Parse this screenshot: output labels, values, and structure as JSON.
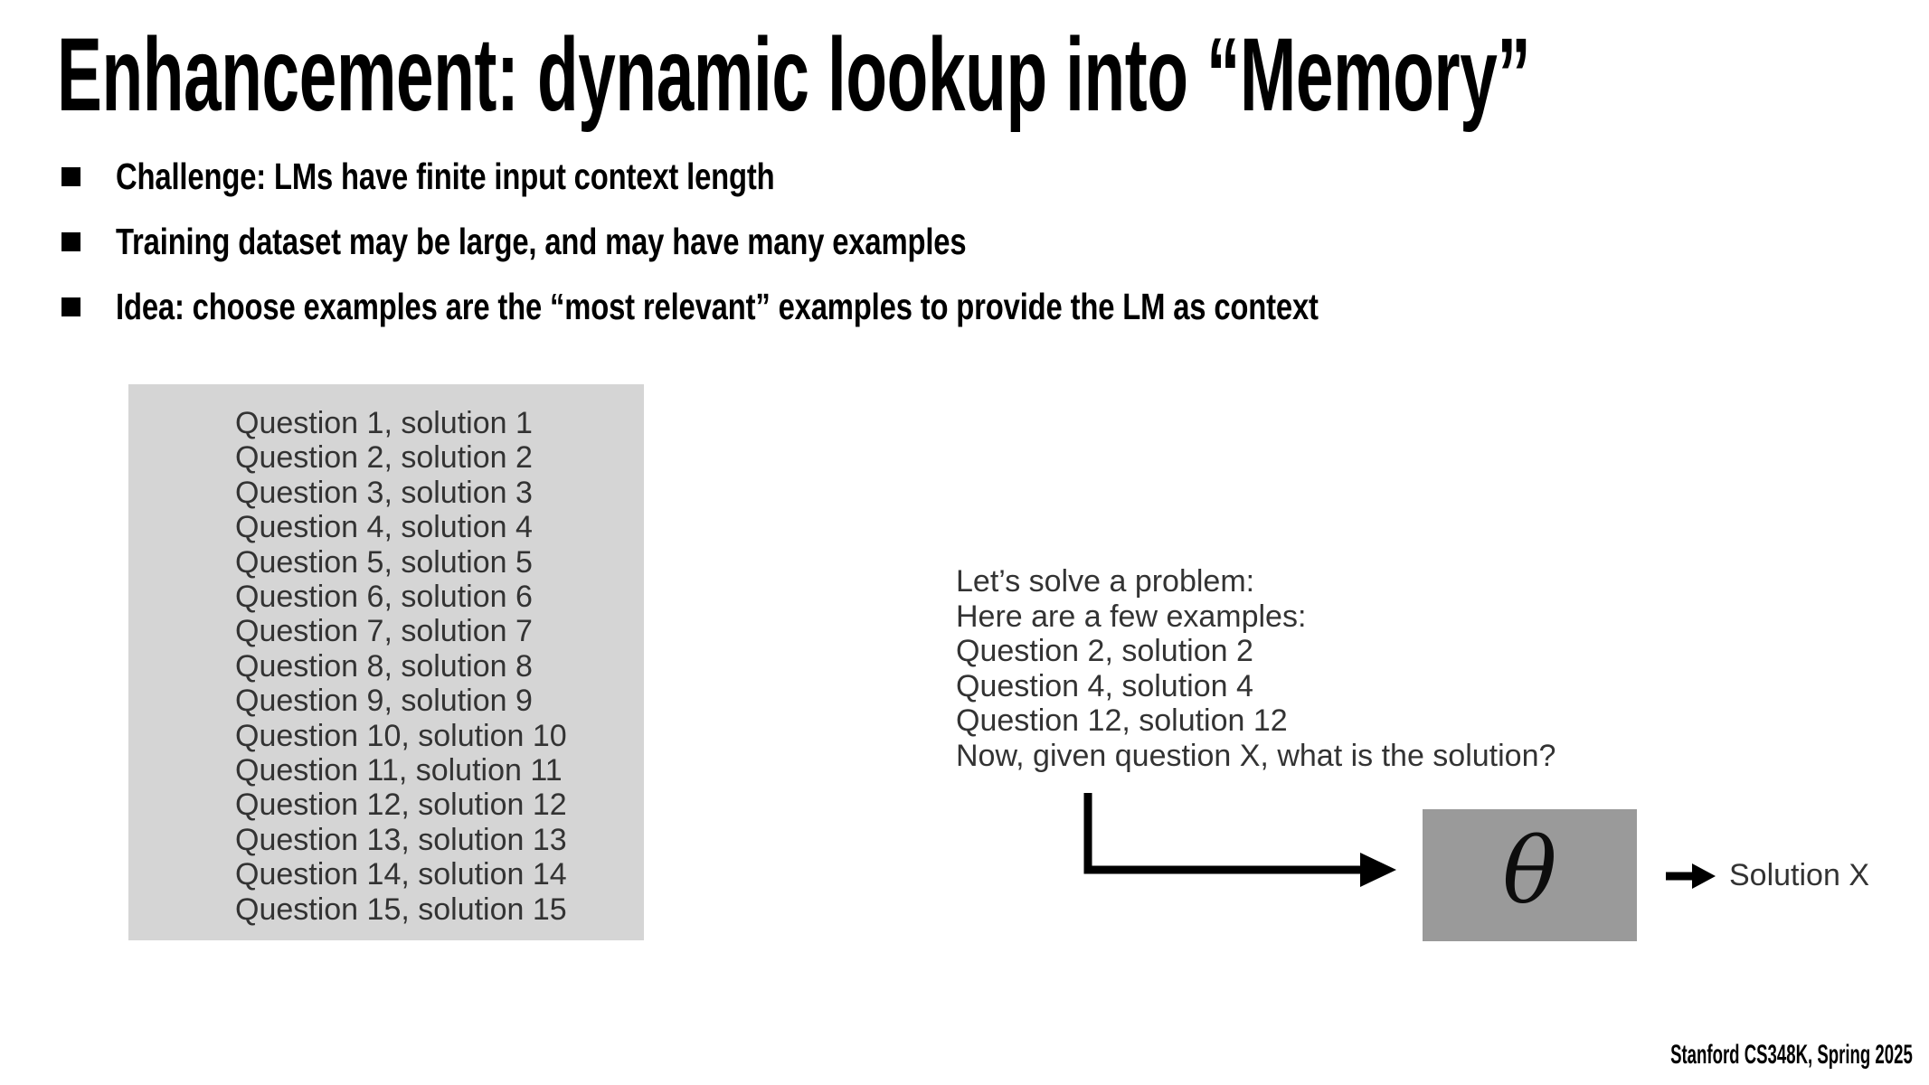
{
  "slide": {
    "title": "Enhancement: dynamic lookup into “Memory”",
    "bullets": [
      "Challenge: LMs have finite input context length",
      "Training dataset may be large, and may have many examples",
      "Idea: choose examples are the “most relevant” examples to provide the LM as context"
    ],
    "memory_box": {
      "items": [
        "Question 1, solution 1",
        "Question 2, solution 2",
        "Question 3, solution 3",
        "Question 4, solution 4",
        "Question 5, solution 5",
        "Question 6, solution 6",
        "Question 7, solution 7",
        "Question 8, solution 8",
        "Question 9, solution 9",
        "Question 10, solution 10",
        "Question 11, solution 11",
        "Question 12, solution 12",
        "Question 13, solution 13",
        "Question 14, solution 14",
        "Question 15, solution 15"
      ]
    },
    "prompt": {
      "lines": [
        "Let’s solve a problem:",
        "Here are a few examples:",
        "Question 2, solution 2",
        "Question 4, solution 4",
        "Question 12, solution 12",
        "Now, given question X, what is the solution?"
      ]
    },
    "model": {
      "symbol": "θ"
    },
    "output_label": "Solution X",
    "footer": "Stanford CS348K, Spring 2025",
    "colors": {
      "memory_box_bg": "#d5d5d5",
      "model_box_bg": "#9a9a9a",
      "heading_text": "#000000",
      "body_text": "#333333"
    }
  }
}
